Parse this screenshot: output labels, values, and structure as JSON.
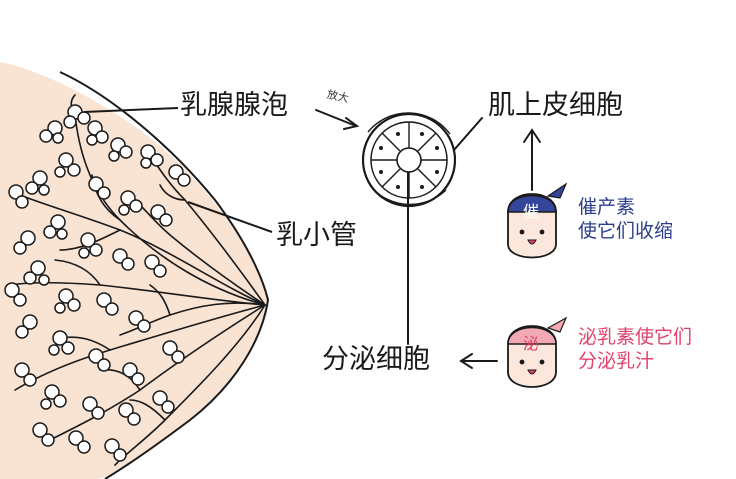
{
  "labels": {
    "alveolus": "乳腺腺泡",
    "magnify": "放大",
    "myoepithelial": "肌上皮细胞",
    "duct": "乳小管",
    "secretory": "分泌细胞"
  },
  "notes": {
    "oxytocin_badge": "催",
    "oxytocin_line1": "催产素",
    "oxytocin_line2": "使它们收缩",
    "prolactin_badge": "泌",
    "prolactin_line1": "泌乳素使它们",
    "prolactin_line2": "分泌乳汁"
  },
  "colors": {
    "ink": "#1a1a1a",
    "skin": "#f9e3d3",
    "blue_note": "#2c3f8c",
    "pink_note": "#e0426a",
    "blue_cap": "#34469a",
    "pink_cap": "#f2a9b5"
  }
}
